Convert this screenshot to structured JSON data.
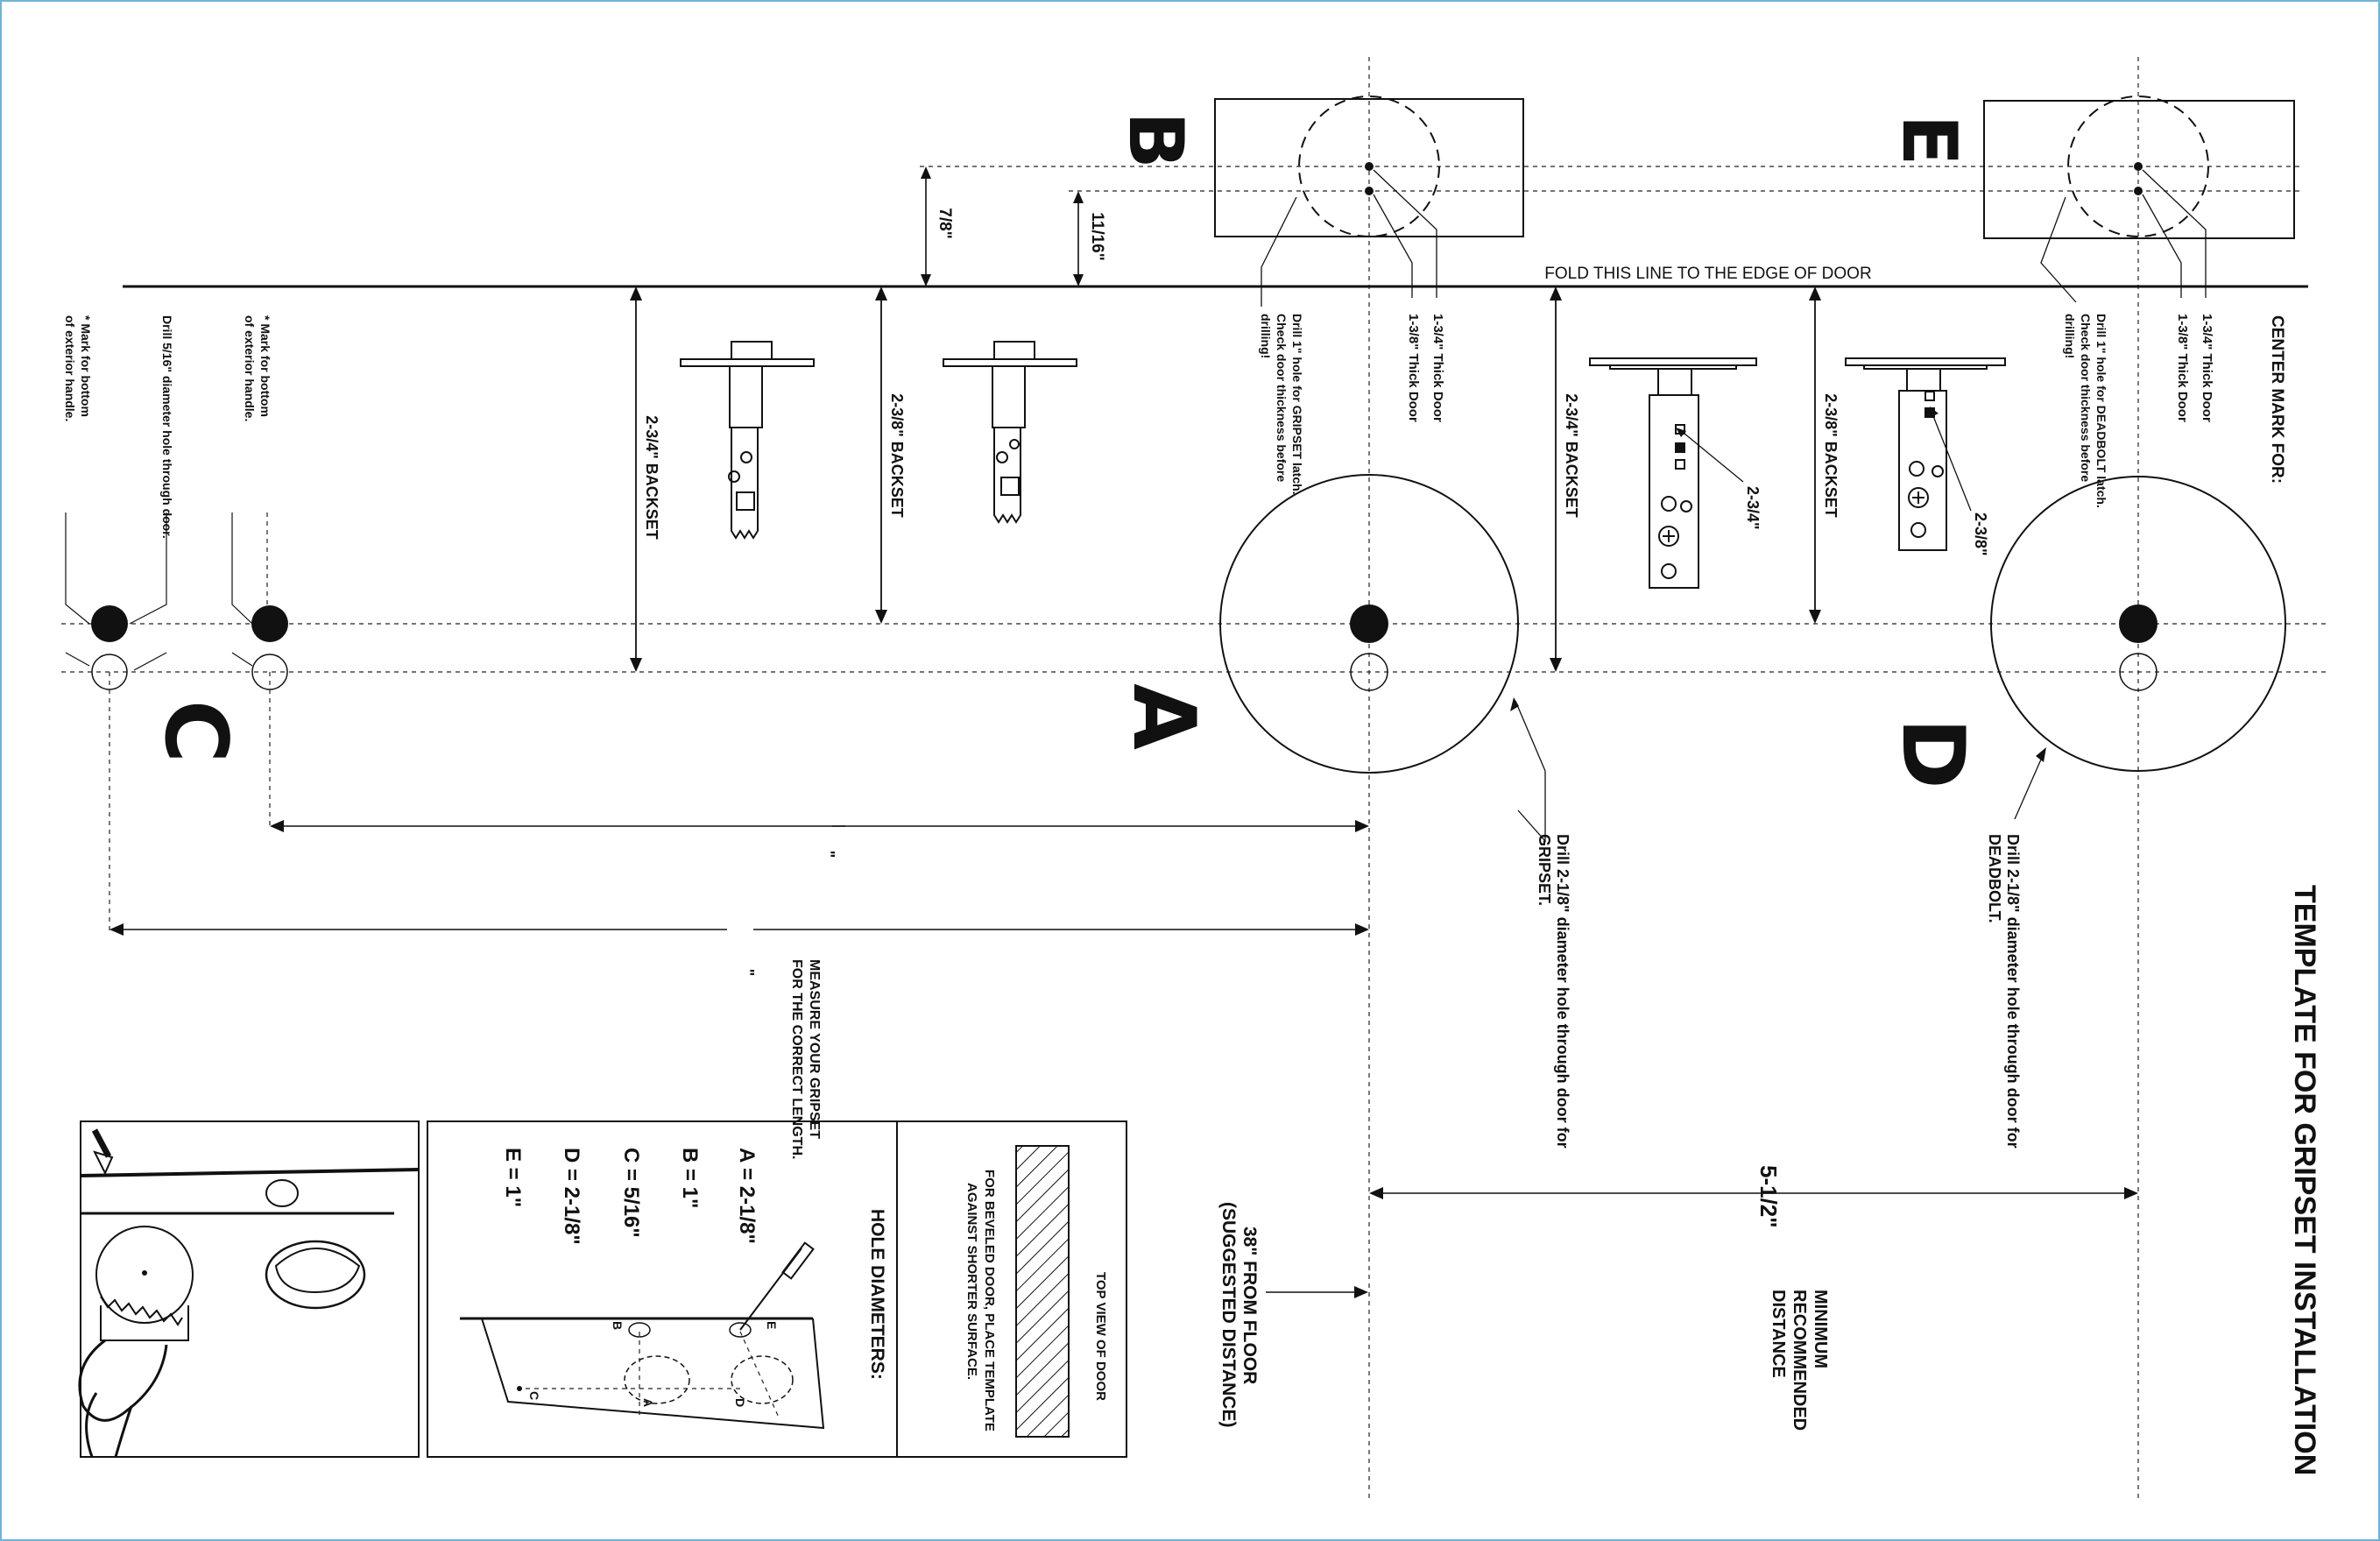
{
  "title": "TEMPLATE FOR GRIPSET INSTALLATION",
  "fold_line": "FOLD THIS LINE TO THE EDGE OF DOOR",
  "center_mark_for": "CENTER MARK FOR:",
  "letters": {
    "a": "A",
    "b": "B",
    "c": "C",
    "d": "D",
    "e": "E"
  },
  "backsets": {
    "left_2_3_4": "2-3/4\" BACKSET",
    "left_2_3_8": "2-3/8\" BACKSET",
    "right_2_3_4": "2-3/4\" BACKSET",
    "right_2_3_8": "2-3/8\" BACKSET"
  },
  "offsets": {
    "seven_eighths": "7/8\"",
    "eleven_sixteenths": "11/16\""
  },
  "latch_callouts": {
    "two_three_four": "2-3/4\"",
    "two_three_eight": "2-3/8\""
  },
  "thick_door": {
    "one_three_four": "1-3/4\" Thick Door",
    "one_three_eight": "1-3/8\" Thick Door"
  },
  "gripset_latch_note": [
    "Drill 1\" hole for GRIPSET latch.",
    "Check door thickness before",
    "drilling!"
  ],
  "deadbolt_latch_note": [
    "Drill 1\" hole for DEADBOLT latch.",
    "Check door thickness before",
    "drilling!"
  ],
  "gripset_hole_note": [
    "Drill 2-1/8\" diameter hole through door for",
    "GRIPSET."
  ],
  "deadbolt_hole_note": [
    "Drill 2-1/8\" diameter hole through door for",
    "DEADBOLT."
  ],
  "handle_notes": {
    "mark_bottom_1": [
      "* Mark for bottom",
      "of exterior handle."
    ],
    "drill_5_16": "Drill 5/16\" diameter hole through door.",
    "mark_bottom_2": [
      "* Mark for bottom",
      "of exterior handle."
    ]
  },
  "dimension_marks": {
    "upper": "\"",
    "lower": "\""
  },
  "measure_note": [
    "MEASURE YOUR GRIPSET",
    "FOR THE CORRECT LENGTH."
  ],
  "min_distance": {
    "value": "5-1/2\"",
    "line1": "MINIMUM",
    "line2": "RECOMMENDED",
    "line3": "DISTANCE"
  },
  "floor_note": {
    "line1": "38\" FROM FLOOR",
    "line2": "(SUGGESTED DISTANCE)"
  },
  "top_view": {
    "title": "TOP VIEW OF DOOR",
    "note1": "FOR BEVELED DOOR, PLACE TEMPLATE",
    "note2": "AGAINST SHORTER SURFACE."
  },
  "hole_diameters": {
    "title": "HOLE DIAMETERS:",
    "items": [
      "A = 2-1/8\"",
      "B = 1\"",
      "C = 5/16\"",
      "D = 2-1/8\"",
      "E = 1\""
    ]
  },
  "mini_labels": {
    "e": "E",
    "b": "B",
    "c": "C",
    "a": "A",
    "d": "D"
  }
}
